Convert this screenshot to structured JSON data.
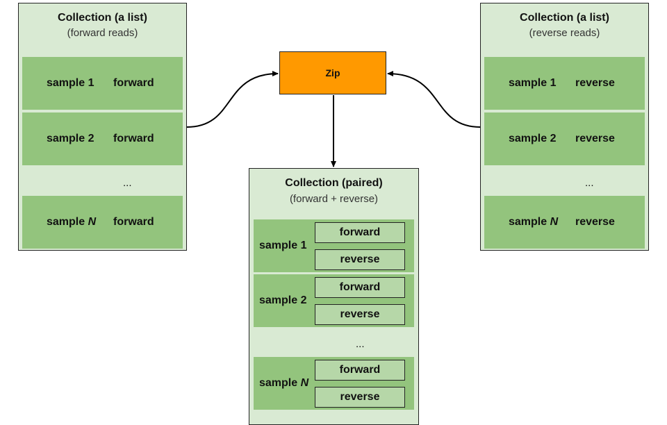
{
  "left_panel": {
    "title": "Collection (a list)",
    "subtitle": "(forward reads)",
    "rows": [
      {
        "sample_prefix": "sample",
        "sample_num": "1",
        "read": "forward"
      },
      {
        "sample_prefix": "sample",
        "sample_num": "2",
        "read": "forward"
      },
      {
        "sample_prefix": "sample",
        "sample_num": "N",
        "read": "forward"
      }
    ],
    "ellipsis": "..."
  },
  "right_panel": {
    "title": "Collection (a list)",
    "subtitle": "(reverse reads)",
    "rows": [
      {
        "sample_prefix": "sample",
        "sample_num": "1",
        "read": "reverse"
      },
      {
        "sample_prefix": "sample",
        "sample_num": "2",
        "read": "reverse"
      },
      {
        "sample_prefix": "sample",
        "sample_num": "N",
        "read": "reverse"
      }
    ],
    "ellipsis": "..."
  },
  "zip": {
    "label": "Zip",
    "color": "#ff9900"
  },
  "paired_panel": {
    "title": "Collection (paired)",
    "subtitle": "(forward + reverse)",
    "rows": [
      {
        "sample_prefix": "sample",
        "sample_num": "1",
        "forward": "forward",
        "reverse": "reverse"
      },
      {
        "sample_prefix": "sample",
        "sample_num": "2",
        "forward": "forward",
        "reverse": "reverse"
      },
      {
        "sample_prefix": "sample",
        "sample_num": "N",
        "forward": "forward",
        "reverse": "reverse"
      }
    ],
    "ellipsis": "..."
  },
  "colors": {
    "panel_bg": "#d9ead3",
    "row_bg": "#93c47d",
    "cell_bg": "#b6d7a8"
  }
}
